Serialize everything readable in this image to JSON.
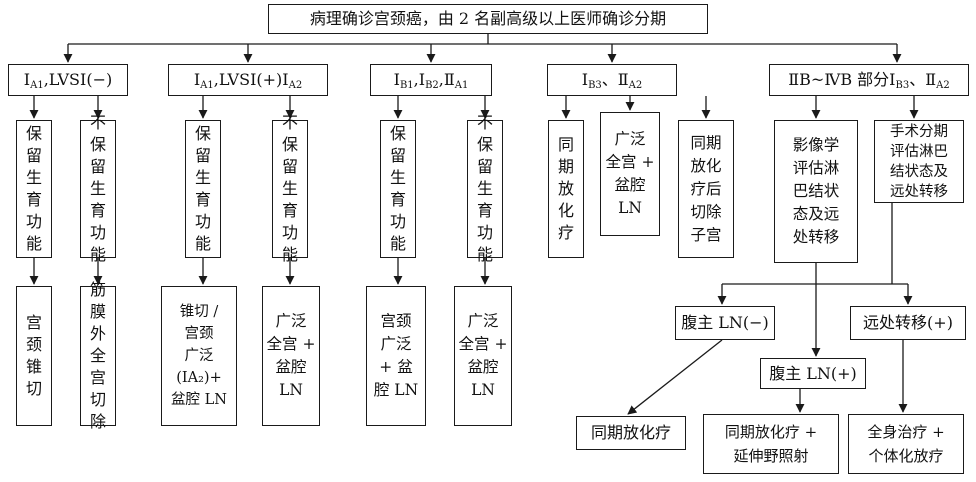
{
  "root": "病理确诊宫颈癌，由 2 名副高级以上医师确诊分期",
  "stage_groups": [
    {
      "id": "g1",
      "parts": [
        [
          "Ⅰ",
          "A1"
        ],
        [
          ",LVSI(−)",
          ""
        ]
      ]
    },
    {
      "id": "g2",
      "parts": [
        [
          "Ⅰ",
          "A1"
        ],
        [
          ",LVSI(+)Ⅰ",
          "A2"
        ]
      ]
    },
    {
      "id": "g3",
      "parts": [
        [
          "Ⅰ",
          "B1"
        ],
        [
          ",Ⅰ",
          "B2"
        ],
        [
          ",Ⅱ",
          "A1"
        ]
      ]
    },
    {
      "id": "g4",
      "parts": [
        [
          "Ⅰ",
          "B3"
        ],
        [
          "、Ⅱ",
          "A2"
        ]
      ]
    },
    {
      "id": "g5",
      "parts": [
        [
          "ⅡB~ⅣB 部分Ⅰ",
          "B3"
        ],
        [
          "、Ⅱ",
          "A2"
        ]
      ]
    }
  ],
  "options": {
    "g1_keep": "保\n留\n生\n育\n功\n能",
    "g1_nokeep": "不\n保\n留\n生\n育\n功\n能",
    "g2_keep": "保\n留\n生\n育\n功\n能",
    "g2_nokeep": "不\n保\n留\n生\n育\n功\n能",
    "g3_keep": "保\n留\n生\n育\n功\n能",
    "g3_nokeep": "不\n保\n留\n生\n育\n功\n能",
    "g4_chemo": "同\n期\n放\n化\n疗",
    "g4_radical": "广泛\n全宫 +\n盆腔\nLN",
    "g4_chemo_then": "同期\n放化\n疗后\n切除\n子宫",
    "g5_imaging": "影像学\n评估淋\n巴结状\n态及远\n处转移",
    "g5_surgical": "手术分期\n评估淋巴\n结状态及\n远处转移"
  },
  "treatments": {
    "g1_keep": "宫\n颈\n锥\n切",
    "g1_nokeep": "筋\n膜\n外\n全\n宫\n切\n除",
    "g2_keep": "锥切 /\n宫颈\n广泛\n(ⅠA₂)+\n盆腔 LN",
    "g2_nokeep": "广泛\n全宫 +\n盆腔\nLN",
    "g3_keep": "宫颈\n广泛\n+ 盆\n腔 LN",
    "g3_nokeep": "广泛\n全宫 +\n盆腔\nLN"
  },
  "outcomes": {
    "para_neg": "腹主 LN(−)",
    "para_pos": "腹主 LN(+)",
    "distant_pos": "远处转移(+)"
  },
  "finals": {
    "para_neg": "同期放化疗",
    "para_pos": "同期放化疗 +\n延伸野照射",
    "distant_pos": "全身治疗 +\n个体化放疗"
  }
}
